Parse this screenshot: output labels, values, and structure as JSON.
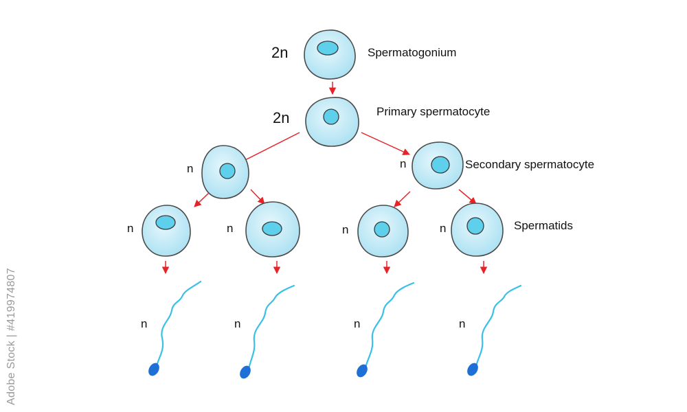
{
  "labels": {
    "spermatogonium": "Spermatogonium",
    "primary": "Primary spermatocyte",
    "secondary": "Secondary spermatocyte",
    "spermatids": "Spermatids"
  },
  "ploidy": {
    "diploid": "2n",
    "haploid": "n"
  },
  "watermark": "Adobe Stock | #419974807",
  "colors": {
    "arrow": "#e52329",
    "nucleus": "#5fd0ec",
    "sperm_head": "#1e6fd6",
    "sperm_tail": "#39c0e6"
  }
}
